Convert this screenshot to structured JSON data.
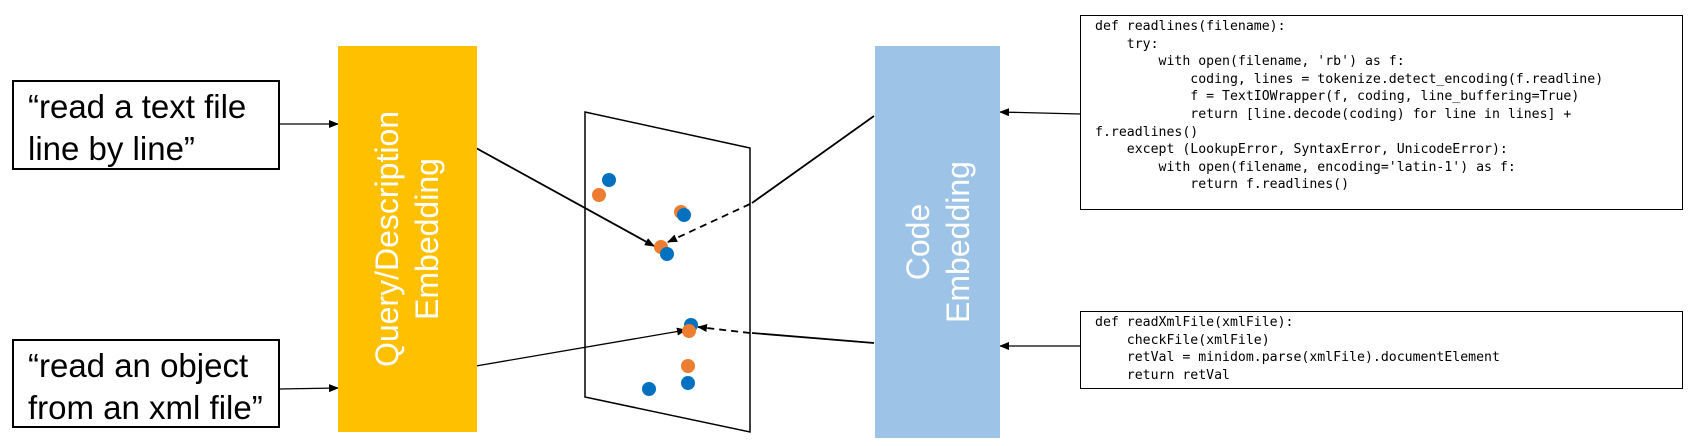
{
  "queries": [
    {
      "lines": [
        "“read a text file",
        "line by line”"
      ]
    },
    {
      "lines": [
        "“read an object",
        "from an xml file”"
      ]
    }
  ],
  "query_embedding": {
    "lines": [
      "Query/Description",
      "Embedding"
    ],
    "color": "#FFC000"
  },
  "code_embedding": {
    "lines": [
      "Code",
      "Embedding"
    ],
    "color": "#9DC3E6"
  },
  "code_snippets": [
    {
      "lines": [
        "def readlines(filename):",
        "    try:",
        "        with open(filename, 'rb') as f:",
        "            coding, lines = tokenize.detect_encoding(f.readline)",
        "            f = TextIOWrapper(f, coding, line_buffering=True)",
        "            return [line.decode(coding) for line in lines] +",
        "f.readlines()",
        "    except (LookupError, SyntaxError, UnicodeError):",
        "        with open(filename, encoding='latin-1') as f:",
        "            return f.readlines()"
      ]
    },
    {
      "lines": [
        "def readXmlFile(xmlFile):",
        "    checkFile(xmlFile)",
        "    retVal = minidom.parse(xmlFile).documentElement",
        "    return retVal"
      ]
    }
  ],
  "colors": {
    "query_point": "#ED7D31",
    "code_point": "#0070C0",
    "line": "#000000"
  }
}
